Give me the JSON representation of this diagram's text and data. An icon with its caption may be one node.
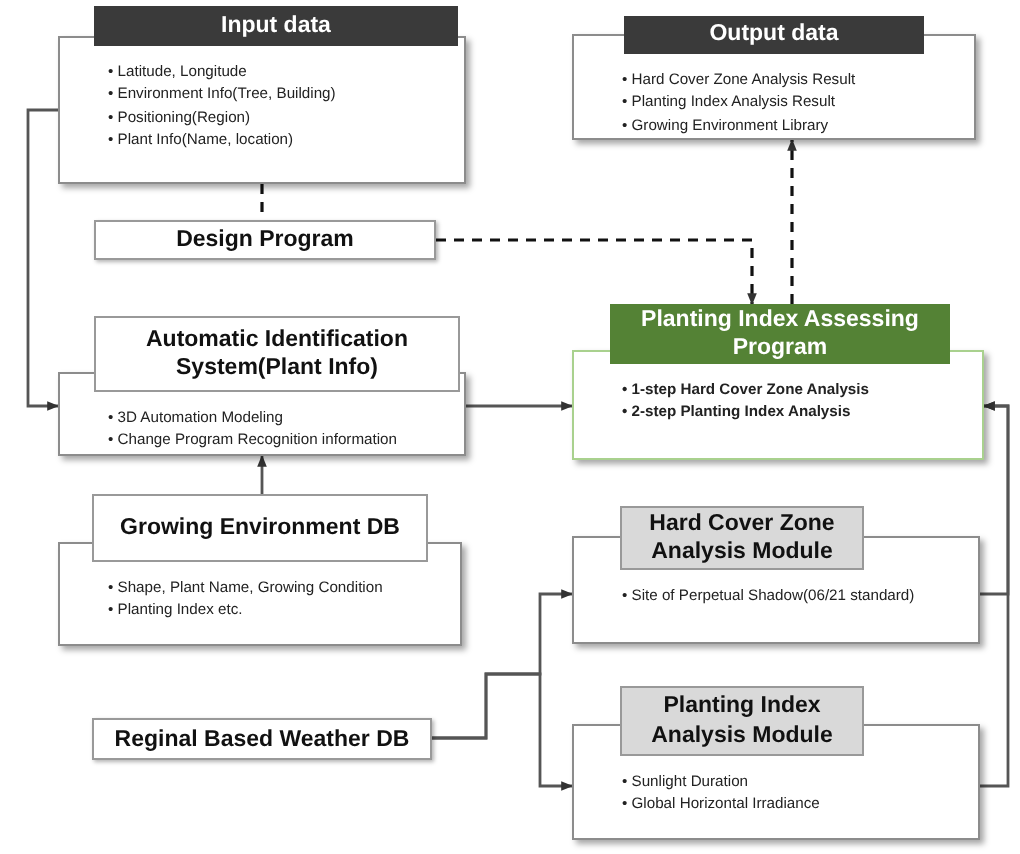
{
  "diagram": {
    "nodes": [
      {
        "text": [
          "Input data",
          "• Latitude, Longitude",
          "• Environment Info(Tree, Building)",
          "• Positioning(Region)",
          "• Plant Info(Name, location)"
        ]
      },
      {
        "text": [
          "Output data",
          "• Hard Cover Zone Analysis Result",
          "• Planting Index Analysis Result",
          "• Growing Environment Library"
        ]
      },
      {
        "text": [
          "Design Program"
        ]
      },
      {
        "text": [
          "Automatic Identification System(Plant Info)",
          "• 3D Automation Modeling",
          "• Change Program Recognition information"
        ]
      },
      {
        "text": [
          "Planting Index Assessing Program",
          "• 1-step Hard Cover Zone Analysis",
          "• 2-step Planting Index Analysis"
        ]
      },
      {
        "text": [
          "Growing Environment DB",
          "• Shape, Plant Name, Growing Condition",
          "• Planting Index etc."
        ]
      },
      {
        "text": [
          "Hard Cover Zone Analysis Module",
          "• Site of Perpetual Shadow(06/21 standard)"
        ]
      },
      {
        "text": [
          "Reginal Based Weather DB"
        ]
      },
      {
        "text": [
          "Planting Index Analysis Module",
          "• Sunlight Duration",
          "• Global Horizontal Irradiance"
        ]
      }
    ],
    "edges": [
      {
        "from": 0,
        "to": 3,
        "arrow": "to"
      },
      {
        "from": 0,
        "to": 2,
        "arrow": "none",
        "style": "dashed"
      },
      {
        "from": 2,
        "to": 4,
        "arrow": "to",
        "style": "dashed"
      },
      {
        "from": 4,
        "to": 1,
        "arrow": "to",
        "style": "dashed"
      },
      {
        "from": 3,
        "to": 4,
        "arrow": "to"
      },
      {
        "from": 5,
        "to": 3,
        "arrow": "to"
      },
      {
        "from": 7,
        "to": 6,
        "arrow": "to"
      },
      {
        "from": 7,
        "to": 8,
        "arrow": "to"
      },
      {
        "from": 6,
        "to": 4,
        "arrow": "to"
      },
      {
        "from": 8,
        "to": 4,
        "arrow": "to"
      }
    ]
  }
}
